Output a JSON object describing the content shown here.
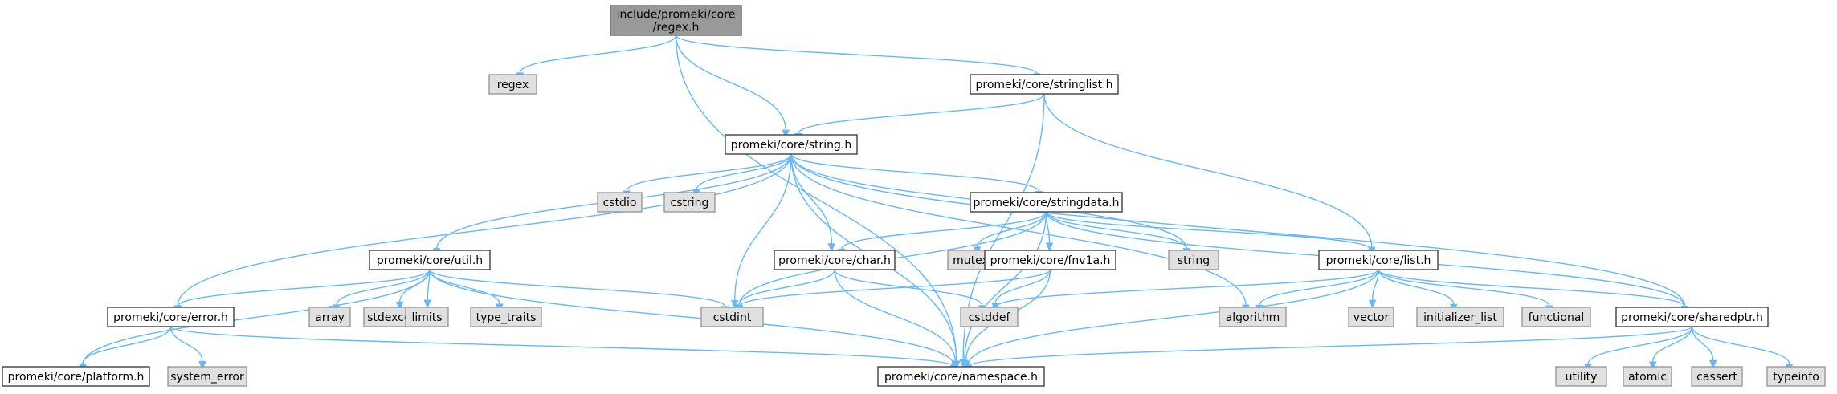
{
  "graph": {
    "title": "Include dependency graph for regex.h",
    "colors": {
      "edge": "#63b8ff",
      "root_fill": "#999999",
      "root_border": "#666666",
      "file_fill": "#ffffff",
      "file_border": "#404040",
      "system_fill": "#e0e0e0",
      "system_border": "#999999",
      "text": "#000000"
    },
    "nodes": [
      {
        "id": "root",
        "kind": "root",
        "lines": [
          "include/promeki/core",
          "/regex.h"
        ]
      },
      {
        "id": "regex",
        "kind": "system",
        "lines": [
          "regex"
        ]
      },
      {
        "id": "stringlist",
        "kind": "file",
        "lines": [
          "promeki/core/stringlist.h"
        ]
      },
      {
        "id": "string",
        "kind": "file",
        "lines": [
          "promeki/core/string.h"
        ]
      },
      {
        "id": "cstdio",
        "kind": "system",
        "lines": [
          "cstdio"
        ]
      },
      {
        "id": "cstring",
        "kind": "system",
        "lines": [
          "cstring"
        ]
      },
      {
        "id": "stringdata",
        "kind": "file",
        "lines": [
          "promeki/core/stringdata.h"
        ]
      },
      {
        "id": "string_std",
        "kind": "system",
        "lines": [
          "string"
        ]
      },
      {
        "id": "util",
        "kind": "file",
        "lines": [
          "promeki/core/util.h"
        ]
      },
      {
        "id": "char",
        "kind": "file",
        "lines": [
          "promeki/core/char.h"
        ]
      },
      {
        "id": "mutex",
        "kind": "system",
        "lines": [
          "mutex"
        ]
      },
      {
        "id": "fnv1a",
        "kind": "file",
        "lines": [
          "promeki/core/fnv1a.h"
        ]
      },
      {
        "id": "list",
        "kind": "file",
        "lines": [
          "promeki/core/list.h"
        ]
      },
      {
        "id": "error",
        "kind": "file",
        "lines": [
          "promeki/core/error.h"
        ]
      },
      {
        "id": "array",
        "kind": "system",
        "lines": [
          "array"
        ]
      },
      {
        "id": "stdexcept",
        "kind": "system",
        "lines": [
          "stdexcept"
        ]
      },
      {
        "id": "limits",
        "kind": "system",
        "lines": [
          "limits"
        ]
      },
      {
        "id": "type_traits",
        "kind": "system",
        "lines": [
          "type_traits"
        ]
      },
      {
        "id": "cstdint",
        "kind": "system",
        "lines": [
          "cstdint"
        ]
      },
      {
        "id": "cstddef",
        "kind": "system",
        "lines": [
          "cstddef"
        ]
      },
      {
        "id": "algorithm",
        "kind": "system",
        "lines": [
          "algorithm"
        ]
      },
      {
        "id": "vector",
        "kind": "system",
        "lines": [
          "vector"
        ]
      },
      {
        "id": "initializer_list",
        "kind": "system",
        "lines": [
          "initializer_list"
        ]
      },
      {
        "id": "functional",
        "kind": "system",
        "lines": [
          "functional"
        ]
      },
      {
        "id": "sharedptr",
        "kind": "file",
        "lines": [
          "promeki/core/sharedptr.h"
        ]
      },
      {
        "id": "platform",
        "kind": "file",
        "lines": [
          "promeki/core/platform.h"
        ]
      },
      {
        "id": "system_error",
        "kind": "system",
        "lines": [
          "system_error"
        ]
      },
      {
        "id": "namespace",
        "kind": "file",
        "lines": [
          "promeki/core/namespace.h"
        ]
      },
      {
        "id": "utility",
        "kind": "system",
        "lines": [
          "utility"
        ]
      },
      {
        "id": "atomic",
        "kind": "system",
        "lines": [
          "atomic"
        ]
      },
      {
        "id": "cassert",
        "kind": "system",
        "lines": [
          "cassert"
        ]
      },
      {
        "id": "typeinfo",
        "kind": "system",
        "lines": [
          "typeinfo"
        ]
      }
    ],
    "edges": [
      [
        "root",
        "regex"
      ],
      [
        "root",
        "string"
      ],
      [
        "root",
        "namespace"
      ],
      [
        "root",
        "stringlist"
      ],
      [
        "stringlist",
        "string"
      ],
      [
        "stringlist",
        "namespace"
      ],
      [
        "stringlist",
        "list"
      ],
      [
        "string",
        "cstdio"
      ],
      [
        "string",
        "cstring"
      ],
      [
        "string",
        "stringdata"
      ],
      [
        "string",
        "string_std"
      ],
      [
        "string",
        "util"
      ],
      [
        "string",
        "char"
      ],
      [
        "string",
        "error"
      ],
      [
        "string",
        "cstdint"
      ],
      [
        "string",
        "namespace"
      ],
      [
        "string",
        "algorithm"
      ],
      [
        "string",
        "sharedptr"
      ],
      [
        "stringdata",
        "cstdint"
      ],
      [
        "stringdata",
        "char"
      ],
      [
        "stringdata",
        "mutex"
      ],
      [
        "stringdata",
        "fnv1a"
      ],
      [
        "stringdata",
        "string_std"
      ],
      [
        "stringdata",
        "namespace"
      ],
      [
        "stringdata",
        "list"
      ],
      [
        "stringdata",
        "sharedptr"
      ],
      [
        "util",
        "error"
      ],
      [
        "util",
        "platform"
      ],
      [
        "util",
        "array"
      ],
      [
        "util",
        "stdexcept"
      ],
      [
        "util",
        "limits"
      ],
      [
        "util",
        "type_traits"
      ],
      [
        "util",
        "cstdint"
      ],
      [
        "util",
        "namespace"
      ],
      [
        "char",
        "cstdint"
      ],
      [
        "char",
        "cstddef"
      ],
      [
        "char",
        "namespace"
      ],
      [
        "fnv1a",
        "cstdint"
      ],
      [
        "fnv1a",
        "cstddef"
      ],
      [
        "fnv1a",
        "namespace"
      ],
      [
        "list",
        "cstddef"
      ],
      [
        "list",
        "algorithm"
      ],
      [
        "list",
        "vector"
      ],
      [
        "list",
        "initializer_list"
      ],
      [
        "list",
        "functional"
      ],
      [
        "list",
        "namespace"
      ],
      [
        "list",
        "sharedptr"
      ],
      [
        "error",
        "platform"
      ],
      [
        "error",
        "system_error"
      ],
      [
        "error",
        "namespace"
      ],
      [
        "sharedptr",
        "namespace"
      ],
      [
        "sharedptr",
        "utility"
      ],
      [
        "sharedptr",
        "atomic"
      ],
      [
        "sharedptr",
        "cassert"
      ],
      [
        "sharedptr",
        "typeinfo"
      ]
    ]
  }
}
